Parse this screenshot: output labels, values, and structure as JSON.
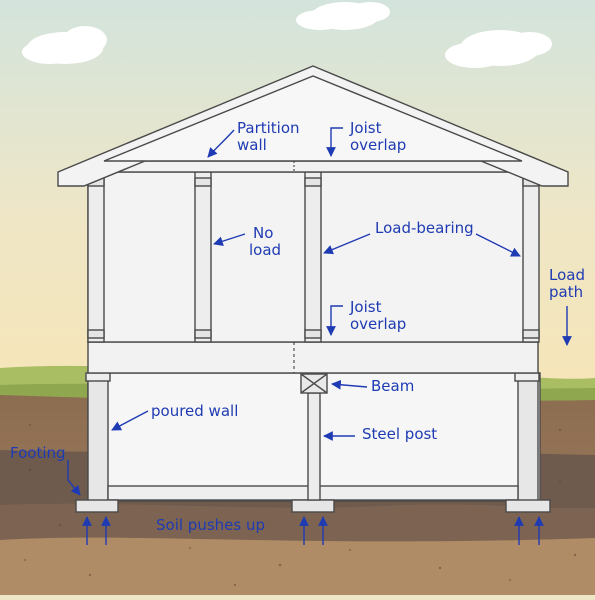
{
  "colors": {
    "sky_top": "#cfe0d6",
    "sky_bottom": "#f4e6bf",
    "grass": "#9cb45a",
    "soil": "#8a6a4e",
    "deep_soil": "#6f5646",
    "house_fill": "#f3f3f3",
    "house_stroke": "#4a4a4a",
    "annotation": "#1f3bb3"
  },
  "labels": {
    "partition_wall_1": "Partition",
    "partition_wall_2": "wall",
    "joist_overlap_top_1": "Joist",
    "joist_overlap_top_2": "overlap",
    "no_load_1": "No",
    "no_load_2": "load",
    "load_bearing": "Load-bearing",
    "load_path_1": "Load",
    "load_path_2": "path",
    "joist_overlap_mid_1": "Joist",
    "joist_overlap_mid_2": "overlap",
    "beam": "Beam",
    "poured_wall": "poured wall",
    "steel_post": "Steel post",
    "footing": "Footing",
    "soil_pushes_up": "Soil pushes up"
  }
}
